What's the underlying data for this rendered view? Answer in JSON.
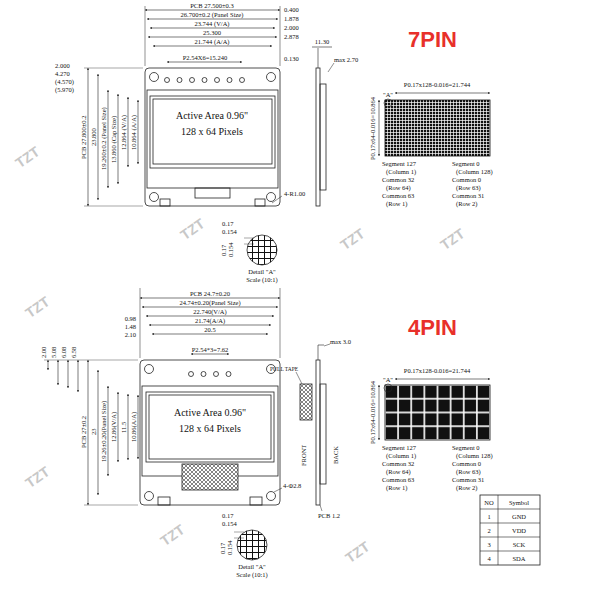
{
  "diagram": {
    "labels": [
      "PCB 27.500±0.3",
      "26.700±0.2 (Panel Size)",
      "23.744 (V/A)",
      "25.300",
      "21.744 (A/A)",
      "P2.54X6=15.240",
      "0.400",
      "1.878",
      "2.000",
      "2.878",
      "0.130",
      "PCB 27.800±0.2",
      "23.800",
      "19.260±0.2 (Panel Size)",
      "13.860 (Cap Size)",
      "12.864 (V/A)",
      "10.864 (A/A)",
      "2.000",
      "4.270",
      "(4.570)",
      "(5.970)",
      "Active Area 0.96\"",
      "128 x 64 Pixels",
      "4-R1.00",
      "11.30",
      "max 2.70",
      "7PIN",
      "\"A\"",
      "P0.17x128-0.016=21.744",
      "Segment 127",
      "(Column 1)",
      "Common 32",
      "(Row 64)",
      "Common 63",
      "(Row 1)",
      "Segment 0",
      "(Column 128)",
      "Common 0",
      "(Row 63)",
      "Common 31",
      "(Row 2)",
      "P0.17x64-0.016=10.864",
      "0.17",
      "0.154",
      "0.17",
      "0.154",
      "Detail \"A\"",
      "Scale (10:1)",
      "4PIN",
      "PCB 24.7±0.20",
      "24.74±0.20(Panel Size)",
      "22.740(V/A)",
      "21.74(A/A)",
      "20.5",
      "0.98",
      "1.48",
      "2.10",
      "P2.54*3=7.62",
      "2.00",
      "5.08",
      "6.08",
      "6.58",
      "PCB 27±0.2",
      "23",
      "19.26±0.20(Panel Size)",
      "12.86(V/A)",
      "11.5",
      "10.86(A/A)",
      "Active Area 0.96\"",
      "128 x 64 Pixels",
      "4-Φ2.8",
      "max 3.0",
      "PULL TAPE",
      "FRONT",
      "BACK",
      "PCB 1.2",
      "\"A\"",
      "P0.17x128-0.016=21.744",
      "Segment 127",
      "(Column 1)",
      "Common 32",
      "(Row 64)",
      "Common 63",
      "(Row 1)",
      "Segment 0",
      "(Column 128)",
      "Common 0",
      "(Row 63)",
      "Common 31",
      "(Row 2)",
      "P0.17x64-0.016=10.864",
      "NO",
      "Symbol",
      "1",
      "GND",
      "2",
      "VDD",
      "3",
      "SCK",
      "4",
      "SDA",
      "0.17",
      "0.154",
      "0.17",
      "0.154",
      "Detail \"A\"",
      "Scale (10:1)",
      "TZT",
      "TZT",
      "TZT",
      "TZT",
      "TZT",
      "TZT",
      "TZT",
      "TZT"
    ]
  }
}
